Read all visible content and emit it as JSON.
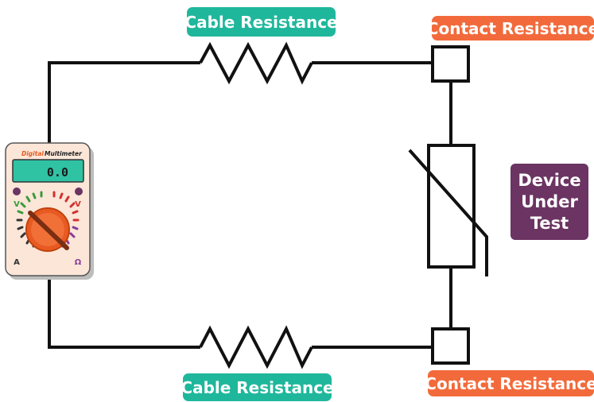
{
  "labels": {
    "cable_top": "Cable Resistance",
    "cable_bottom": "Cable Resistance",
    "contact_top": "Contact Resistance",
    "contact_bottom": "Contact Resistance",
    "device_under_test": [
      "Device",
      "Under",
      "Test"
    ]
  },
  "multimeter": {
    "brand": "Digital",
    "model": "Multimeter",
    "reading": "0.0",
    "dial_labels": {
      "left_top": "V",
      "right_top": "V",
      "left_bottom": "A",
      "right_bottom": "Ω"
    }
  },
  "colors": {
    "cable_label": "#1fb79c",
    "contact_label": "#f26a3b",
    "device_label": "#6b3462",
    "wire": "#111111",
    "multimeter_body": "#fbe6d8",
    "multimeter_display": "#2fc3a4",
    "dial": "#e85a22"
  }
}
